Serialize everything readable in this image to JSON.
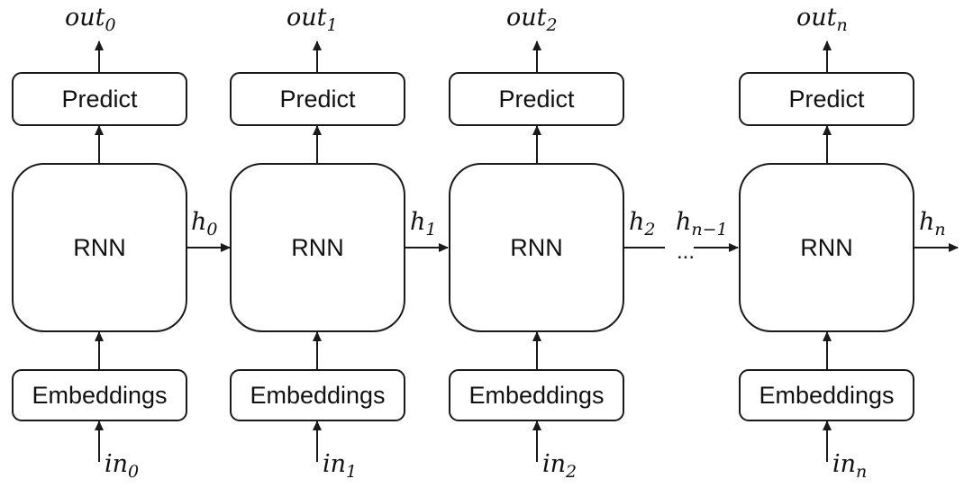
{
  "labels": {
    "predict": "Predict",
    "rnn": "RNN",
    "embeddings": "Embeddings",
    "ellipsis": "..."
  },
  "columns": [
    {
      "output": {
        "base": "out",
        "sub": "0"
      },
      "input": {
        "base": "in",
        "sub": "0"
      },
      "hidden": {
        "base": "h",
        "sub": "0"
      }
    },
    {
      "output": {
        "base": "out",
        "sub": "1"
      },
      "input": {
        "base": "in",
        "sub": "1"
      },
      "hidden": {
        "base": "h",
        "sub": "1"
      }
    },
    {
      "output": {
        "base": "out",
        "sub": "2"
      },
      "input": {
        "base": "in",
        "sub": "2"
      },
      "hidden": {
        "base": "h",
        "sub": "2"
      }
    },
    {
      "output": {
        "base": "out",
        "sub": "n"
      },
      "input": {
        "base": "in",
        "sub": "n"
      },
      "hidden": {
        "base": "h",
        "sub": "n"
      }
    }
  ],
  "incoming_hidden_last": {
    "base": "h",
    "sub": "n−1"
  }
}
